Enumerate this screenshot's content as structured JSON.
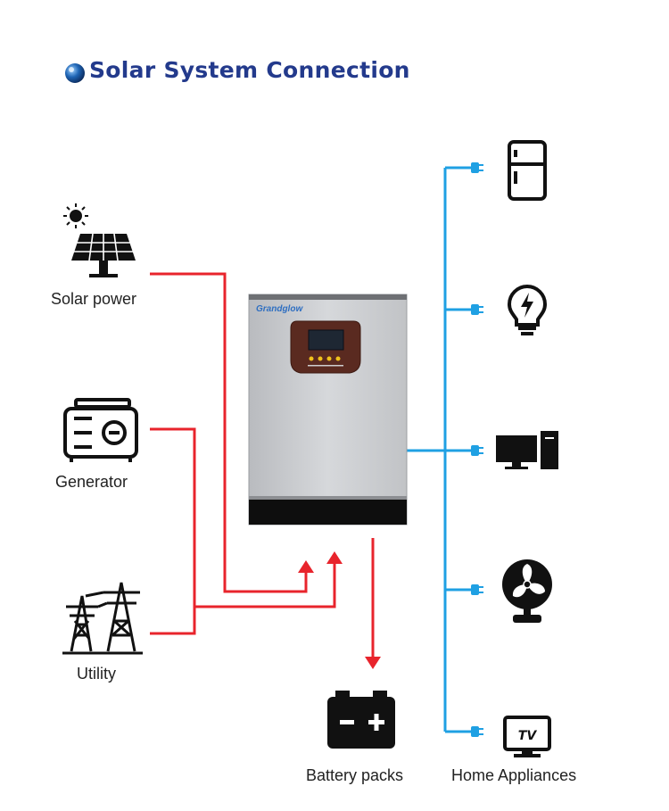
{
  "title": "Solar System Connection",
  "brand": "Grandglow",
  "sources": [
    {
      "label": "Solar power",
      "icon": "solar-panel-icon"
    },
    {
      "label": "Generator",
      "icon": "generator-icon"
    },
    {
      "label": "Utility",
      "icon": "power-tower-icon"
    }
  ],
  "battery": {
    "label": "Battery packs",
    "icon": "battery-icon"
  },
  "appliances": {
    "label": "Home Appliances",
    "icons": [
      "refrigerator-icon",
      "light-bulb-icon",
      "computer-icon",
      "fan-icon",
      "tv-icon"
    ],
    "tv_text": "TV"
  },
  "colors": {
    "title": "#233a8c",
    "input_line": "#e8242c",
    "output_line": "#1fa0e3",
    "icon": "#111111",
    "inverter_body": "#c9cbce"
  }
}
